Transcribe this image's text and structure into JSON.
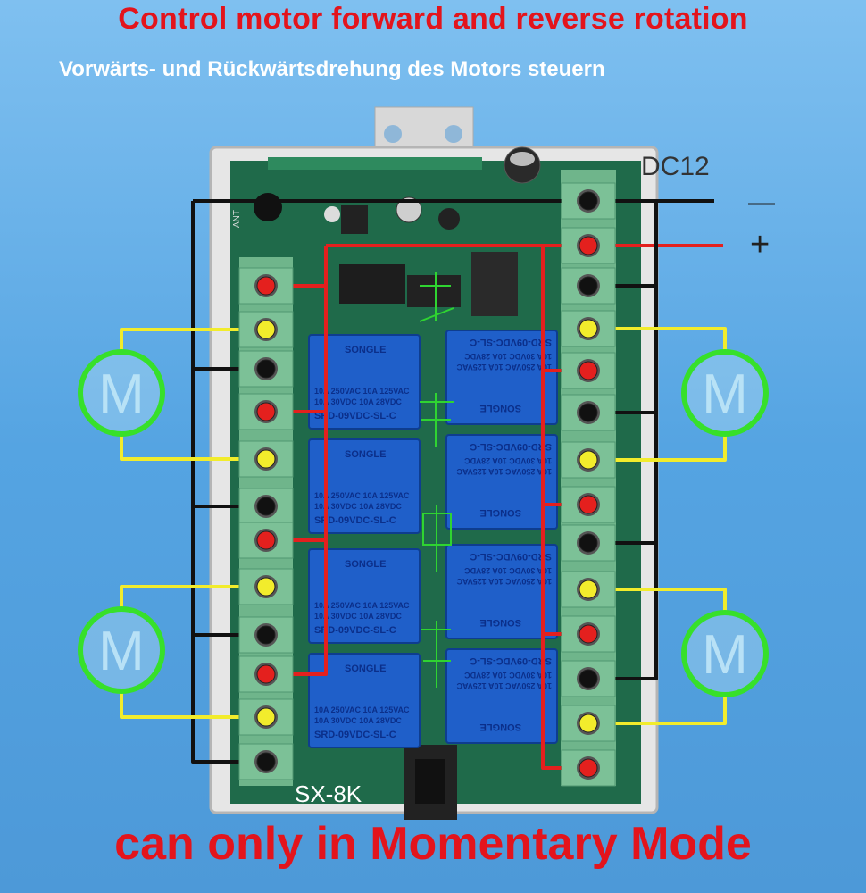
{
  "title": "Control motor forward and reverse rotation",
  "subtitle": "Vorwärts- und Rückwärtsdrehung des Motors steuern",
  "footer": "can only in Momentary Mode",
  "power": {
    "label": "DC12",
    "minus": "—",
    "plus": "+"
  },
  "board": {
    "model": "SX-8K",
    "ant_label": "ANT"
  },
  "relay": {
    "brand": "SONGLE",
    "line1": "10A 250VAC  10A 125VAC",
    "line2": "10A 30VDC   10A 28VDC",
    "model": "SRD-09VDC-SL-C"
  },
  "motor_symbol": "M",
  "colors": {
    "title": "#e3141c",
    "wire_black": "#111111",
    "wire_red": "#e4201e",
    "wire_yellow": "#f2ec2c",
    "motor_green": "#37e02a",
    "pcb": "#1f6a4a",
    "relay_blue": "#1f5fc9"
  }
}
